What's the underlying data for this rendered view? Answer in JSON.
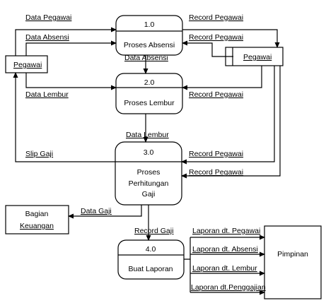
{
  "processes": {
    "p1": {
      "number": "1.0",
      "name": "Proses Absensi"
    },
    "p2": {
      "number": "2.0",
      "name": "Proses Lembur"
    },
    "p3": {
      "number": "3.0",
      "name_line1": "Proses",
      "name_line2": "Perhitungan",
      "name_line3": "Gaji"
    },
    "p4": {
      "number": "4.0",
      "name": "Buat Laporan"
    }
  },
  "entities": {
    "pegawai": "Pegawai",
    "bagian_keuangan_line1": "Bagian",
    "bagian_keuangan_line2": "Keuangan",
    "pimpinan": "Pimpinan"
  },
  "data_store": {
    "name": "Pegawai"
  },
  "flows": {
    "data_pegawai": "Data Pegawai",
    "data_absensi_in": "Data Absensi",
    "data_absensi_out": "Data Absensi",
    "data_lembur_in": "Data Lembur",
    "data_lembur_out": "Data Lembur",
    "slip_gaji": "Slip Gaji",
    "data_gaji": "Data Gaji",
    "record_gaji": "Record Gaji",
    "record_pegawai_1": "Record Pegawai",
    "record_pegawai_2": "Record Pegawai",
    "record_pegawai_3": "Record Pegawai",
    "record_pegawai_4": "Record Pegawai",
    "record_pegawai_5": "Record Pegawai",
    "laporan_pegawai": "Laporan dt. Pegawai",
    "laporan_absensi": "Laporan dt. Absensi",
    "laporan_lembur": "Laporan dt. Lembur",
    "laporan_penggajian": "Laporan dt.Penggajian"
  }
}
